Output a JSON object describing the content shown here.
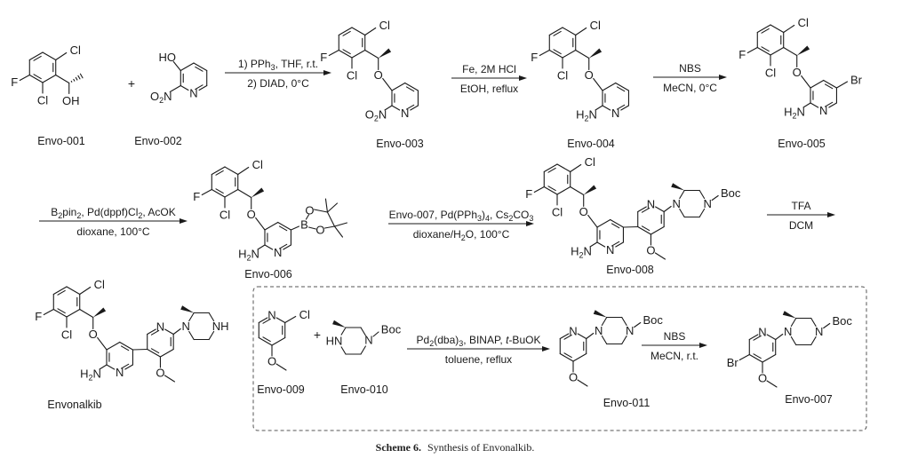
{
  "scheme": {
    "compounds": [
      {
        "id": "envo-001",
        "label": "Envo-001"
      },
      {
        "id": "envo-002",
        "label": "Envo-002"
      },
      {
        "id": "envo-003",
        "label": "Envo-003"
      },
      {
        "id": "envo-004",
        "label": "Envo-004"
      },
      {
        "id": "envo-005",
        "label": "Envo-005"
      },
      {
        "id": "envo-006",
        "label": "Envo-006"
      },
      {
        "id": "envo-008",
        "label": "Envo-008"
      },
      {
        "id": "envonalkib",
        "label": "Envonalkib"
      },
      {
        "id": "envo-009",
        "label": "Envo-009"
      },
      {
        "id": "envo-010",
        "label": "Envo-010"
      },
      {
        "id": "envo-011",
        "label": "Envo-011"
      },
      {
        "id": "envo-007",
        "label": "Envo-007"
      }
    ],
    "reactions": [
      {
        "id": "step-1",
        "above": [
          [
            "1) PPh",
            "3",
            ", THF, r.t."
          ]
        ],
        "below": [
          [
            "2) DIAD, 0°C"
          ]
        ]
      },
      {
        "id": "step-2",
        "above": [
          [
            "Fe, 2M HCl"
          ]
        ],
        "below": [
          [
            "EtOH, reflux"
          ]
        ]
      },
      {
        "id": "step-3",
        "above": [
          [
            "NBS"
          ]
        ],
        "below": [
          [
            "MeCN, 0°C"
          ]
        ]
      },
      {
        "id": "step-4",
        "above": [
          [
            "B",
            "2",
            "pin",
            "2",
            ", Pd(dppf)Cl",
            "2",
            ", AcOK"
          ]
        ],
        "below": [
          [
            "dioxane, 100°C"
          ]
        ]
      },
      {
        "id": "step-5",
        "above": [
          [
            "Envo-007, Pd(PPh",
            "3",
            ")",
            "4",
            ", Cs",
            "2",
            "CO",
            "3"
          ]
        ],
        "below": [
          [
            "dioxane/H",
            "2",
            "O, 100°C"
          ]
        ]
      },
      {
        "id": "step-6",
        "above": [
          [
            "TFA"
          ]
        ],
        "below": [
          [
            "DCM"
          ]
        ]
      },
      {
        "id": "step-7",
        "above": [
          [
            "Pd",
            "2",
            "(dba)",
            "3",
            ", BINAP, ",
            "t",
            "-BuOK"
          ]
        ],
        "below": [
          [
            "toluene, reflux"
          ]
        ]
      },
      {
        "id": "step-8",
        "above": [
          [
            "NBS"
          ]
        ],
        "below": [
          [
            "MeCN, r.t."
          ]
        ]
      }
    ],
    "plus_sign": "+",
    "atoms": {
      "Cl": "Cl",
      "F": "F",
      "O": "O",
      "OH": "OH",
      "HO": "HO",
      "N": "N",
      "NH": "NH",
      "HN": "HN",
      "Br": "Br",
      "B": "B",
      "Boc": "Boc",
      "O2N_main": "O",
      "O2N_sub": "2",
      "O2N_tail": "N",
      "H2N_main": "H",
      "H2N_sub": "2",
      "H2N_tail": "N"
    }
  },
  "caption": {
    "bold": "Scheme 6.",
    "text": "Synthesis of Envonalkib."
  }
}
